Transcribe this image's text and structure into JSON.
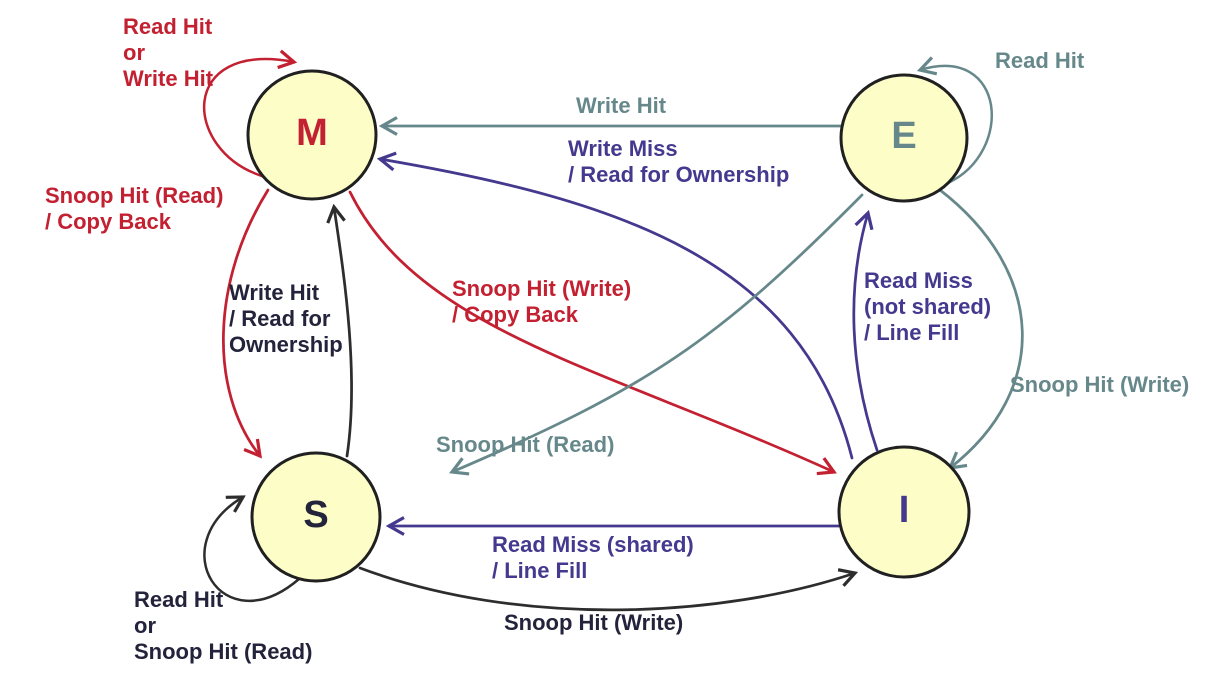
{
  "colors": {
    "background": "#FFFFFF",
    "node_fill": "#FDFDC8",
    "node_border": "#202020",
    "red": "#C32031",
    "gray": "#66888B",
    "purple": "#44398E",
    "dark": "#2D2D2D",
    "dark_text": "#23233B"
  },
  "diagram": {
    "type": "state-diagram",
    "states": [
      {
        "id": "M",
        "label": "M",
        "color": "red"
      },
      {
        "id": "E",
        "label": "E",
        "color": "gray"
      },
      {
        "id": "S",
        "label": "S",
        "color": "dark"
      },
      {
        "id": "I",
        "label": "I",
        "color": "purple"
      }
    ],
    "transitions": [
      {
        "from": "M",
        "to": "M",
        "color": "red",
        "label": "Read Hit\nor\nWrite Hit"
      },
      {
        "from": "E",
        "to": "E",
        "color": "gray",
        "label": "Read Hit"
      },
      {
        "from": "E",
        "to": "M",
        "color": "gray",
        "label": "Write Hit"
      },
      {
        "from": "I",
        "to": "M",
        "color": "purple",
        "label": "Write Miss\n/ Read for Ownership"
      },
      {
        "from": "M",
        "to": "S",
        "color": "red",
        "label": "Snoop Hit (Read)\n/ Copy Back"
      },
      {
        "from": "S",
        "to": "M",
        "color": "dark",
        "label": "Write Hit\n/ Read for\nOwnership"
      },
      {
        "from": "M",
        "to": "I",
        "color": "red",
        "label": "Snoop Hit (Write)\n/ Copy Back"
      },
      {
        "from": "I",
        "to": "E",
        "color": "purple",
        "label": "Read Miss\n(not shared)\n/ Line Fill"
      },
      {
        "from": "E",
        "to": "I",
        "color": "gray",
        "label": "Snoop Hit (Write)"
      },
      {
        "from": "E",
        "to": "S",
        "color": "gray",
        "label": "Snoop Hit (Read)"
      },
      {
        "from": "I",
        "to": "S",
        "color": "purple",
        "label": "Read Miss (shared)\n/ Line Fill"
      },
      {
        "from": "S",
        "to": "S",
        "color": "dark",
        "label": "Read Hit\nor\nSnoop Hit (Read)"
      },
      {
        "from": "S",
        "to": "I",
        "color": "dark",
        "label": "Snoop Hit (Write)"
      }
    ]
  }
}
